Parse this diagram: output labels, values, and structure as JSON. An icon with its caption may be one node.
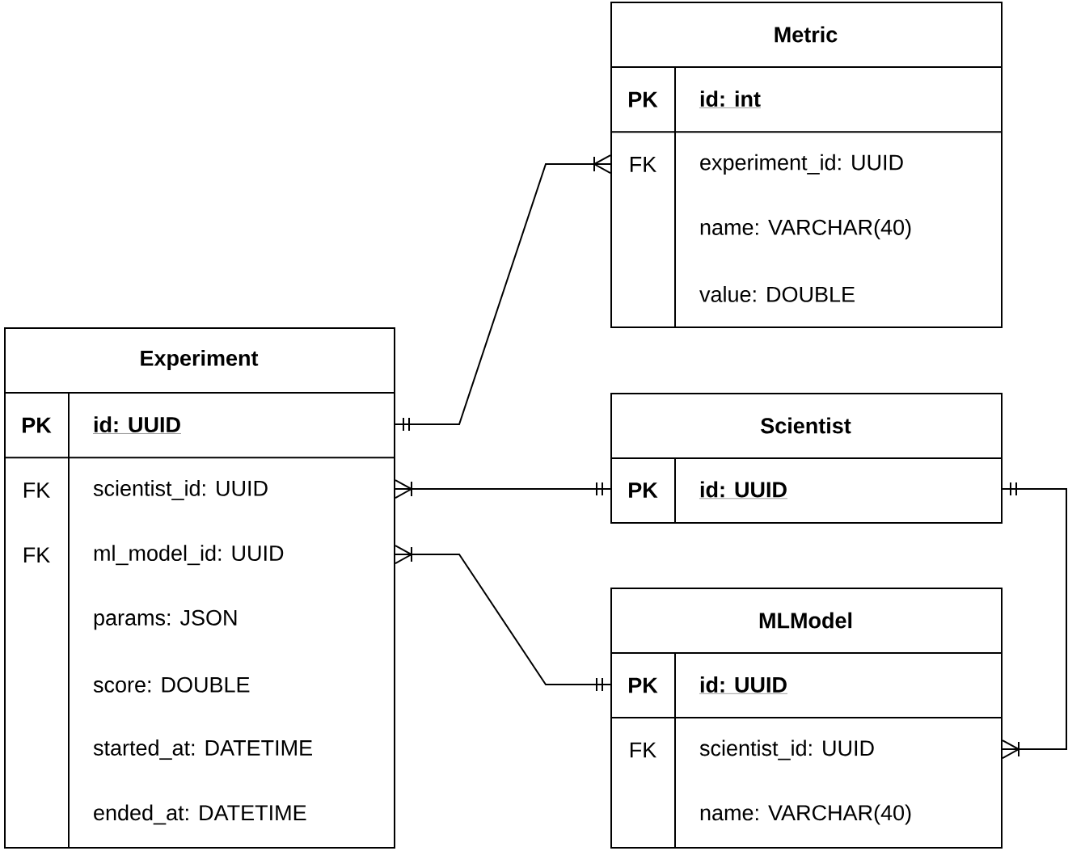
{
  "diagram": {
    "nodes": [
      {
        "text": [
          "Metric",
          "PK",
          "id: int",
          "FK",
          "experiment_id: UUID",
          "name: VARCHAR(40)",
          "value: DOUBLE"
        ]
      },
      {
        "text": [
          "Experiment",
          "PK",
          "id: UUID",
          "FK",
          "scientist_id: UUID",
          "FK",
          "ml_model_id: UUID",
          "params: JSON",
          "score: DOUBLE",
          "started_at: DATETIME",
          "ended_at: DATETIME"
        ]
      },
      {
        "text": [
          "Scientist",
          "PK",
          "id: UUID"
        ]
      },
      {
        "text": [
          "MLModel",
          "PK",
          "id: UUID",
          "FK",
          "scientist_id: UUID",
          "name: VARCHAR(40)"
        ]
      }
    ],
    "edges": [
      {
        "from": 1,
        "to": 0,
        "arrow": "other"
      },
      {
        "from": 1,
        "to": 2,
        "arrow": "other"
      },
      {
        "from": 1,
        "to": 3,
        "arrow": "other"
      },
      {
        "from": 2,
        "to": 3,
        "arrow": "other"
      }
    ]
  }
}
